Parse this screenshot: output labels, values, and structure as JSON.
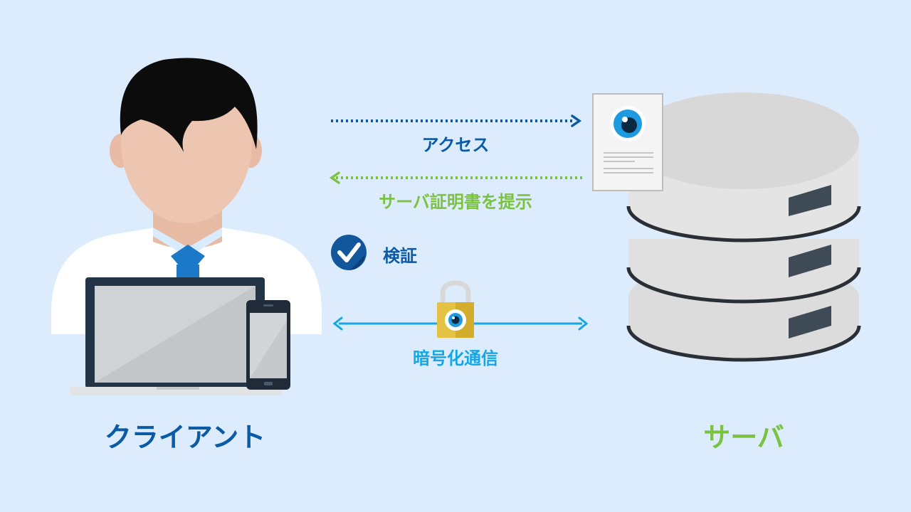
{
  "diagram": {
    "arrow_access_label": "アクセス",
    "arrow_certificate_label": "サーバ証明書を提示",
    "verify_label": "検証",
    "encrypted_label": "暗号化通信",
    "client_label": "クライアント",
    "server_label": "サーバ"
  },
  "colors": {
    "background": "#dcecfc",
    "client_blue": "#0a5aa6",
    "server_green": "#7cc242",
    "encrypted_cyan": "#14a7e4",
    "lock_gold": "#e6c244",
    "eye_blue": "#1e9be0"
  },
  "icons": [
    "person-icon",
    "laptop-icon",
    "smartphone-icon",
    "certificate-icon",
    "server-icon",
    "check-icon",
    "lock-icon",
    "eye-icon"
  ]
}
